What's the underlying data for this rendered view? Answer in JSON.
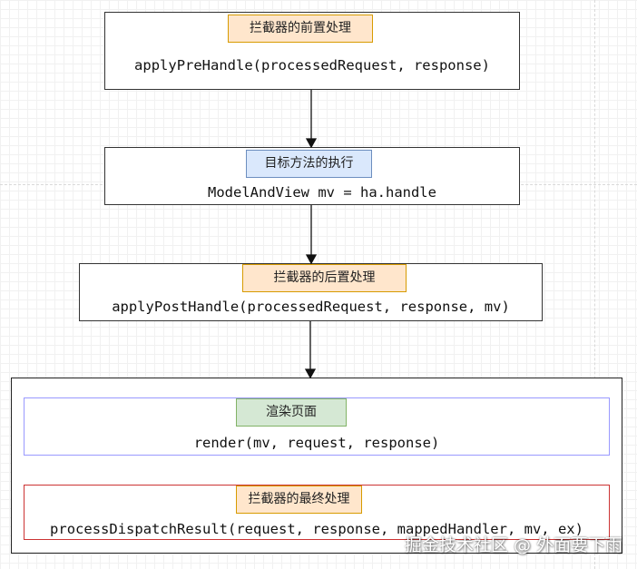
{
  "diagram": {
    "steps": [
      {
        "title": "拦截器的前置处理",
        "code": "applyPreHandle(processedRequest, response)"
      },
      {
        "title": "目标方法的执行",
        "code": "ModelAndView mv = ha.handle"
      },
      {
        "title": "拦截器的后置处理",
        "code": "applyPostHandle(processedRequest, response, mv)"
      }
    ],
    "render_group": {
      "render": {
        "title": "渲染页面",
        "code": "render(mv, request, response)"
      },
      "final": {
        "title": "拦截器的最终处理",
        "code": "processDispatchResult(request, response, mappedHandler, mv, ex)"
      }
    }
  },
  "watermark": "掘金技术社区 @ 外面要下雨",
  "colors": {
    "orange_fill": "#ffe6cc",
    "blue_fill": "#dae8fc",
    "green_fill": "#d5e8d4",
    "blue_border": "#9999ff",
    "red_border": "#cc3333"
  }
}
